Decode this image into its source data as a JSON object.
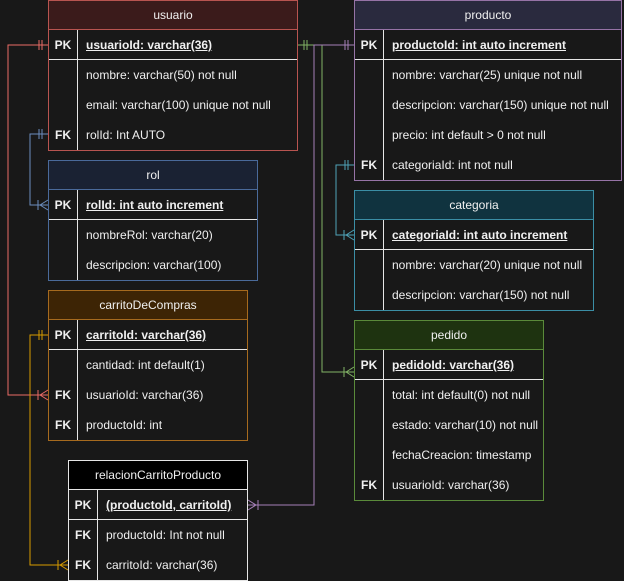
{
  "tables": [
    {
      "id": "usuario",
      "title": "usuario",
      "colors": {
        "border": "#b85450",
        "header": "#3b1b1b"
      },
      "rows": [
        {
          "key": "PK",
          "text": "usuarioId: varchar(36)",
          "pk": true
        },
        {
          "key": "",
          "text": "nombre: varchar(50) not null"
        },
        {
          "key": "",
          "text": "email: varchar(100) unique not null"
        },
        {
          "key": "FK",
          "text": "rolId: Int AUTO"
        }
      ]
    },
    {
      "id": "producto",
      "title": "producto",
      "colors": {
        "border": "#9673a6",
        "header": "#2a2a3e"
      },
      "rows": [
        {
          "key": "PK",
          "text": "productoId: int auto increment",
          "pk": true
        },
        {
          "key": "",
          "text": "nombre: varchar(25) unique not null"
        },
        {
          "key": "",
          "text": "descripcion: varchar(150) unique not null"
        },
        {
          "key": "",
          "text": "precio: int default > 0 not null"
        },
        {
          "key": "FK",
          "text": "categoriaId: int not null"
        }
      ]
    },
    {
      "id": "rol",
      "title": "rol",
      "colors": {
        "border": "#4a6a9a",
        "header": "#1a2233"
      },
      "rows": [
        {
          "key": "PK",
          "text": "rolId: int auto increment",
          "pk": true
        },
        {
          "key": "",
          "text": "nombreRol: varchar(20)"
        },
        {
          "key": "",
          "text": "descripcion: varchar(100)"
        }
      ]
    },
    {
      "id": "categoria",
      "title": "categoria",
      "colors": {
        "border": "#3b8ea5",
        "header": "#10333f"
      },
      "rows": [
        {
          "key": "PK",
          "text": "categoriaId: int auto increment",
          "pk": true
        },
        {
          "key": "",
          "text": "nombre: varchar(20) unique not null"
        },
        {
          "key": "",
          "text": "descripcion: varchar(150) not null"
        }
      ]
    },
    {
      "id": "carritoDeCompras",
      "title": "carritoDeCompras",
      "colors": {
        "border": "#a66a1e",
        "header": "#3d2405"
      },
      "rows": [
        {
          "key": "PK",
          "text": "carritoId: varchar(36)",
          "pk": true
        },
        {
          "key": "",
          "text": "cantidad: int default(1)"
        },
        {
          "key": "FK",
          "text": "usuarioId: varchar(36)"
        },
        {
          "key": "FK",
          "text": "productoId: int"
        }
      ]
    },
    {
      "id": "pedido",
      "title": "pedido",
      "colors": {
        "border": "#5a8a3a",
        "header": "#1e3310"
      },
      "rows": [
        {
          "key": "PK",
          "text": "pedidoId: varchar(36)",
          "pk": true
        },
        {
          "key": "",
          "text": "total: int default(0) not null"
        },
        {
          "key": "",
          "text": "estado: varchar(10) not null"
        },
        {
          "key": "",
          "text": "fechaCreacion: timestamp"
        },
        {
          "key": "FK",
          "text": "usuarioId: varchar(36)"
        }
      ]
    },
    {
      "id": "relacionCarritoProducto",
      "title": "relacionCarritoProducto",
      "colors": {
        "border": "#e6e6e6",
        "header": "#000000"
      },
      "rows": [
        {
          "key": "PK",
          "text": "(productoId, carritoId)",
          "pk": true
        },
        {
          "key": "FK",
          "text": "productoId: Int not null"
        },
        {
          "key": "FK",
          "text": "carritoId: varchar(36)"
        }
      ]
    }
  ],
  "relations": [
    {
      "from": "usuario.rolId",
      "to": "rol.rolId",
      "color": "#6c8ebf"
    },
    {
      "from": "usuario.usuarioId",
      "to": "carritoDeCompras.usuarioId",
      "color": "#ea6b66"
    },
    {
      "from": "usuario.usuarioId",
      "to": "pedido.usuarioId",
      "color": "#82b366"
    },
    {
      "from": "producto.categoriaId",
      "to": "categoria.categoriaId",
      "color": "#4fa3b8"
    },
    {
      "from": "carritoDeCompras.carritoId",
      "to": "relacionCarritoProducto.carritoId",
      "color": "#d79b00"
    },
    {
      "from": "producto.productoId",
      "to": "relacionCarritoProducto.productoId",
      "color": "#a680b8"
    }
  ]
}
